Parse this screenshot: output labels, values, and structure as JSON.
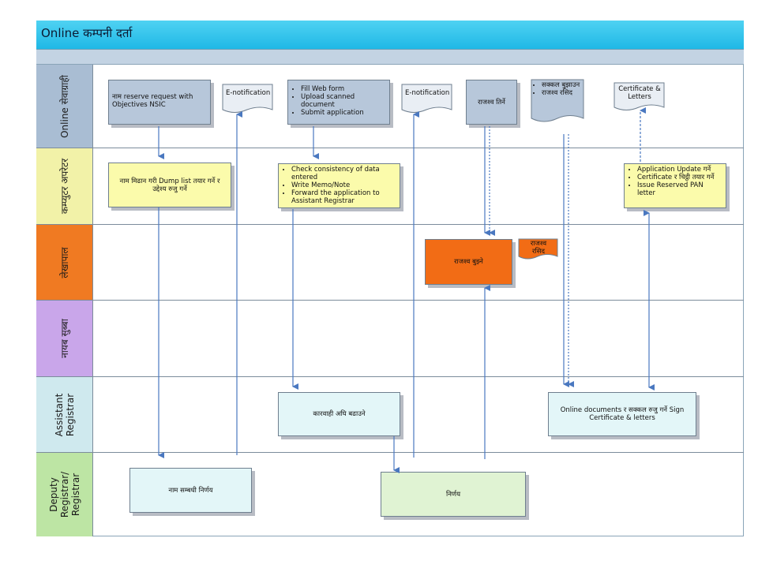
{
  "title": "Online कम्पनी दर्ता",
  "lanes": [
    {
      "label": "Online सेवाग्राही",
      "color": "#a9bdd3"
    },
    {
      "label": "कम्प्युटर अपरेटर",
      "color": "#f2f2a8"
    },
    {
      "label": "लेखापाल",
      "color": "#f07a22"
    },
    {
      "label": "नायब सुब्बा",
      "color": "#c9a6ea"
    },
    {
      "label": "Assistant\nRegistrar",
      "color": "#cfe9ee"
    },
    {
      "label": "Deputy\nRegistrar/\nRegistrar",
      "color": "#bde5a4"
    }
  ],
  "nodes": {
    "name_reserve": "नाम  reserve request with Objectives NSIC",
    "enotif_1": "E-notification",
    "web_form": [
      "Fill Web form",
      "Upload scanned document",
      "Submit application"
    ],
    "enotif_2": "E-notification",
    "rajashwa_tirne": "राजश्व तिर्ने",
    "sakkal_list": [
      "सक्कल बुझाउन",
      "राजश्व रसिद"
    ],
    "certificate": "Certificate & Letters",
    "name_match": "नाम मिढान गरी Dump list तयार गर्ने र उद्देश्य रुजु गर्ने",
    "check_list": [
      "Check consistency of data entered",
      "Write Memo/Note",
      "Forward the application to Assistant Registrar"
    ],
    "app_update": [
      "Application Update गर्ने",
      "Certificate र चिट्ठी तयार गर्ने",
      "Issue Reserved PAN letter"
    ],
    "rajashwa_bujhne": "राजश्व बुझ्ने",
    "rajashwa_rasid": "राजश्व रसिद",
    "karbahi": "कारवाही अघि बढाउने",
    "online_docs": "Online documents र सक्कल  रुजु गर्ने Sign Certificate & letters",
    "name_nirnaya": "नाम सम्बधी निर्णय",
    "nirnaya": "निर्णय"
  },
  "colors": {
    "client_box": "#b7c7da",
    "operator_box": "#fbfbab",
    "accountant_box": "#f26c15",
    "assistant_box": "#e3f6f8",
    "registrar_box": "#e0f3d3",
    "arrow": "#4a78c0"
  }
}
